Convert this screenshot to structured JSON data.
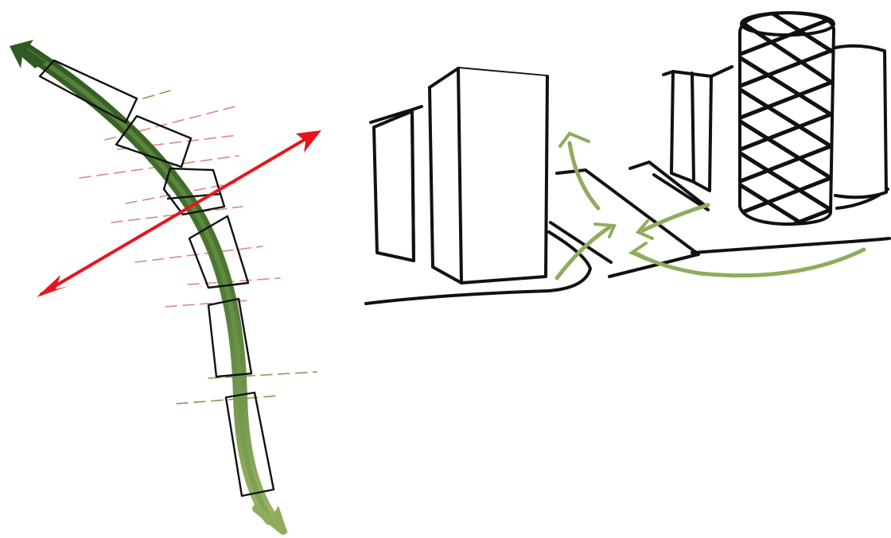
{
  "diagram": {
    "style": "hand-drawn marker sketch",
    "panels": [
      {
        "id": "route-plan",
        "elements": [
          {
            "kind": "green-axis-arrow",
            "icon": "curved-green-arrow-icon",
            "color": "#3f6b2a",
            "color_light": "#8fac5e"
          },
          {
            "kind": "red-crossing-arrow",
            "icon": "double-headed-arrow-icon",
            "color": "#e8141c"
          },
          {
            "kind": "building-blocks",
            "count": 6,
            "color": "#111111"
          },
          {
            "kind": "dashed-guide-lines",
            "colors": [
              "#d88a80",
              "#7f9c55"
            ]
          }
        ]
      },
      {
        "id": "street-perspective",
        "elements": [
          {
            "kind": "tall-block-building",
            "color": "#111111"
          },
          {
            "kind": "twin-block-buildings",
            "color": "#111111"
          },
          {
            "kind": "lattice-cylinder-tower",
            "color": "#111111"
          },
          {
            "kind": "pedestrian-flow-arrows",
            "icon": "flow-arrow-icon",
            "count": 4,
            "color": "#8fac5e"
          },
          {
            "kind": "street-edges",
            "color": "#111111"
          }
        ]
      }
    ]
  }
}
